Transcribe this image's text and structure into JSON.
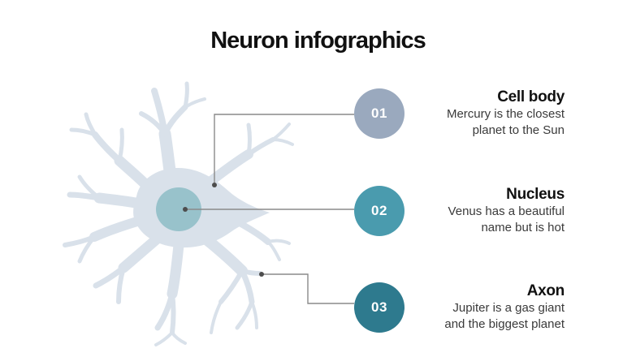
{
  "slide": {
    "title": "Neuron infographics",
    "background": "#ffffff"
  },
  "illustration": {
    "name": "neuron diagram",
    "body_color": "#d9e1ea",
    "nucleus_color": "#98c2cb",
    "connector_color": "#8a8a8a",
    "dot_color": "#4d4d4d"
  },
  "items": [
    {
      "number": "01",
      "badge_color": "#9aa9be",
      "label": "Cell body",
      "description_lines": [
        "Mercury is the closest",
        "planet to the Sun"
      ]
    },
    {
      "number": "02",
      "badge_color": "#4a9bae",
      "label": "Nucleus",
      "description_lines": [
        "Venus has a beautiful",
        "name but is hot"
      ]
    },
    {
      "number": "03",
      "badge_color": "#2e7a8e",
      "label": "Axon",
      "description_lines": [
        "Jupiter is a gas giant",
        "and the biggest planet"
      ]
    }
  ]
}
